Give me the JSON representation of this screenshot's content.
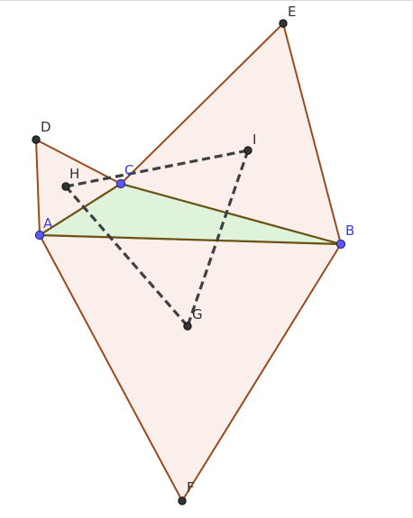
{
  "colors": {
    "outer_fill": "#fbefeb",
    "outer_stroke": "#9a4a1c",
    "triangle_fill": "#dff2da",
    "triangle_stroke": "#6b5316",
    "dashed": "#404040",
    "free_point": "#5a5af0",
    "dependent_point": "#333333",
    "free_label": "#3c3cd8",
    "dependent_label": "#333333"
  },
  "points": {
    "A": {
      "label": "A",
      "kind": "free"
    },
    "B": {
      "label": "B",
      "kind": "free"
    },
    "C": {
      "label": "C",
      "kind": "free"
    },
    "D": {
      "label": "D",
      "kind": "dependent"
    },
    "E": {
      "label": "E",
      "kind": "dependent"
    },
    "F": {
      "label": "F",
      "kind": "dependent"
    },
    "G": {
      "label": "G",
      "kind": "dependent"
    },
    "H": {
      "label": "H",
      "kind": "dependent"
    },
    "I": {
      "label": "I",
      "kind": "dependent"
    }
  },
  "outer_triangles": [
    [
      "A",
      "C",
      "D"
    ],
    [
      "C",
      "B",
      "E"
    ],
    [
      "A",
      "B",
      "F"
    ]
  ],
  "inner_triangle": [
    "A",
    "B",
    "C"
  ],
  "dashed_segments": [
    [
      "H",
      "I"
    ],
    [
      "H",
      "G"
    ],
    [
      "I",
      "G"
    ]
  ]
}
